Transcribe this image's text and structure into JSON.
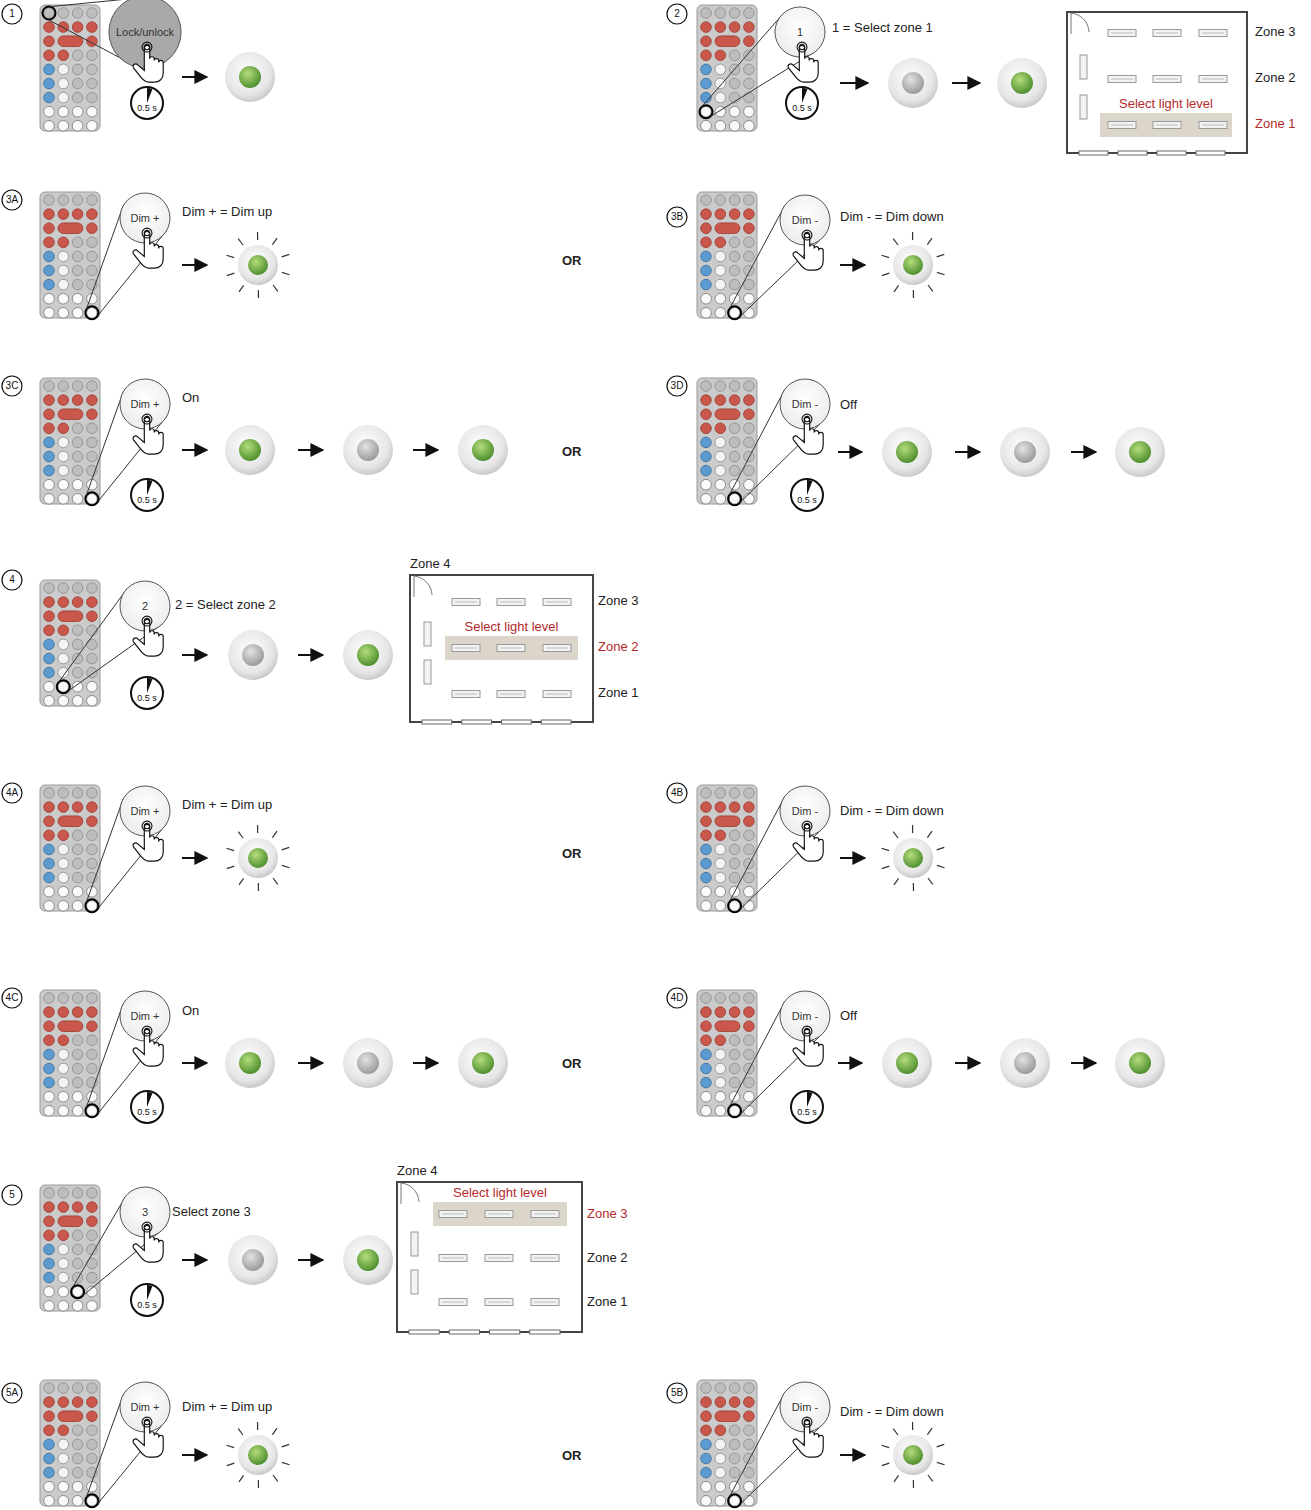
{
  "diagram": {
    "nodes": [
      {
        "text": [
          "Lock/unlock"
        ]
      },
      {
        "text": [
          "0.5 s"
        ]
      },
      {
        "text": [
          "1"
        ]
      },
      {
        "text": [
          "0.5 s"
        ]
      },
      {
        "text": [
          "Select light level"
        ]
      },
      {
        "text": [
          "Dim +"
        ]
      },
      {
        "text": [
          "Dim -"
        ]
      },
      {
        "text": [
          "Dim +"
        ]
      },
      {
        "text": [
          "0.5 s"
        ]
      },
      {
        "text": [
          "Dim -"
        ]
      },
      {
        "text": [
          "0.5 s"
        ]
      },
      {
        "text": [
          "2"
        ]
      },
      {
        "text": [
          "0.5 s"
        ]
      },
      {
        "text": [
          "Zone 4"
        ]
      },
      {
        "text": [
          "Select light level"
        ],
        "in": 13
      },
      {
        "text": [
          "Dim +"
        ]
      },
      {
        "text": [
          "Dim -"
        ]
      },
      {
        "text": [
          "Dim +"
        ]
      },
      {
        "text": [
          "0.5 s"
        ]
      },
      {
        "text": [
          "Dim -"
        ]
      },
      {
        "text": [
          "0.5 s"
        ]
      },
      {
        "text": [
          "3"
        ]
      },
      {
        "text": [
          "0.5 s"
        ]
      },
      {
        "text": [
          "Zone 4"
        ]
      },
      {
        "text": [
          "Select light level"
        ],
        "in": 23
      },
      {
        "text": [
          "Dim +"
        ]
      },
      {
        "text": [
          "Dim -"
        ]
      }
    ],
    "labels": [
      "1",
      "2",
      "1 = Select zone 1",
      "Zone 3",
      "Zone 2",
      "Zone 1",
      "3A",
      "Dim + = Dim up",
      "OR",
      "3B",
      "Dim - = Dim down",
      "3C",
      "On",
      "OR",
      "3D",
      "Off",
      "4",
      "2 = Select zone 2",
      "Zone 3",
      "Zone 2",
      "Zone 1",
      "4A",
      "Dim + = Dim up",
      "OR",
      "4B",
      "Dim - = Dim down",
      "4C",
      "On",
      "OR",
      "4D",
      "Off",
      "5",
      "Select zone 3",
      "Zone 3",
      "Zone 2",
      "Zone 1",
      "5A",
      "Dim + = Dim up",
      "OR",
      "5B",
      "Dim - = Dim down"
    ]
  }
}
